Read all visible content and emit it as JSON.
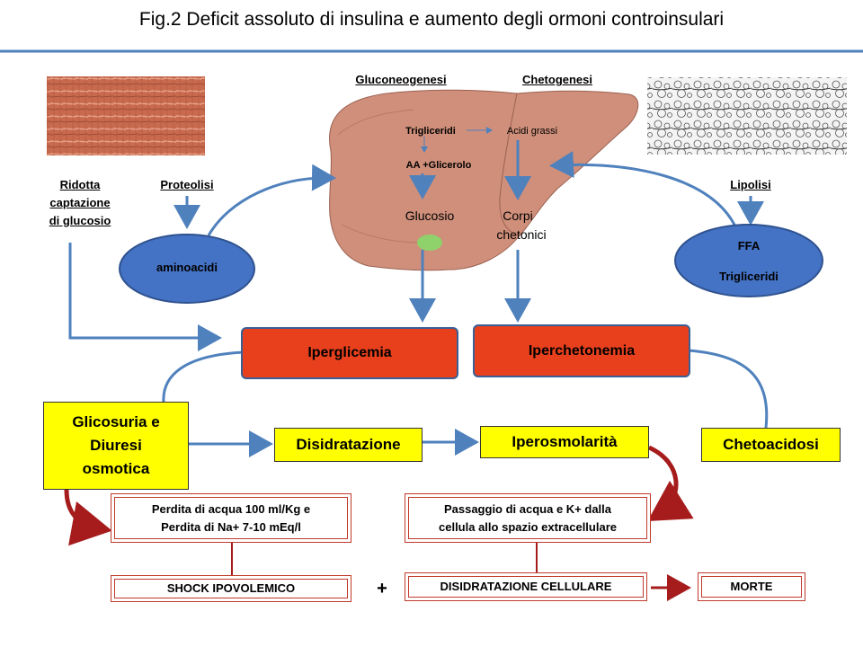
{
  "title": "Fig.2 Deficit assoluto di insulina e aumento degli ormoni controinsulari",
  "colors": {
    "accent_line": "#4f81bd",
    "arrow_blue": "#4f81bd",
    "ellipse_fill": "#4472c4",
    "red_box": "#e8401c",
    "yellow_box": "#ffff00",
    "dark_red_arrow": "#a61c1c",
    "liver": "#cf8f7a"
  },
  "headers": {
    "gluconeogenesi": "Gluconeogenesi",
    "chetogenesi": "Chetogenesi"
  },
  "liver": {
    "trigliceridi": "Trigliceridi",
    "acidi_grassi": "Acidi grassi",
    "aa_glicerolo": "AA +Glicerolo",
    "glucosio": "Glucosio",
    "corpi_chetonici_1": "Corpi",
    "corpi_chetonici_2": "chetonici"
  },
  "left": {
    "ridotta_1": "Ridotta",
    "ridotta_2": "captazione",
    "ridotta_3": "di glucosio",
    "proteolisi": "Proteolisi",
    "aminoacidi": "aminoacidi"
  },
  "right": {
    "lipolisi": "Lipolisi",
    "ffa": "FFA",
    "trigliceridi": "Trigliceridi"
  },
  "boxes": {
    "iperglicemia": "Iperglicemia",
    "iperchetonemia": "Iperchetonemia",
    "glicosuria_1": "Glicosuria e",
    "glicosuria_2": "Diuresi",
    "glicosuria_3": "osmotica",
    "disidratazione": "Disidratazione",
    "iperosmolarita": "Iperosmolarità",
    "chetoacidosi": "Chetoacidosi",
    "perdita_1": "Perdita di acqua 100 ml/Kg e",
    "perdita_2": "Perdita di Na+ 7-10 mEq/l",
    "passaggio_1": "Passaggio di acqua e K+ dalla",
    "passaggio_2": "cellula allo spazio extracellulare",
    "shock": "SHOCK IPOVOLEMICO",
    "plus": "+",
    "disidratazione_cellulare": "DISIDRATAZIONE CELLULARE",
    "morte": "MORTE"
  }
}
